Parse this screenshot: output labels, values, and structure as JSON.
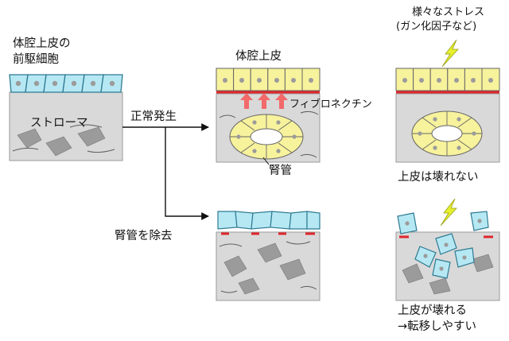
{
  "labels": {
    "precursor_line1": "体腔上皮の",
    "precursor_line2": "前駆細胞",
    "stroma": "ストローマ",
    "normal_development": "正常発生",
    "coelomic_epithelium": "体腔上皮",
    "fibronectin": "フィブロネクチン",
    "kidney_tube": "腎管",
    "remove_kidney_tube": "腎管を除去",
    "stress_line1": "様々なストレス",
    "stress_line2": "(ガン化因子など)",
    "epithelium_not_broken": "上皮は壊れない",
    "epithelium_broken_line1": "上皮が壊れる",
    "epithelium_broken_line2": "→転移しやすい"
  },
  "colors": {
    "stroma_fill": "#d9d9d9",
    "stroma_cell": "#9b9b9b",
    "cyan_cell": "#b6e8f3",
    "yellow_cell": "#f7f29c",
    "fibronectin_line": "#e0262c",
    "arrow_red": "#f26a6a",
    "lightning": "#e6f02c"
  }
}
